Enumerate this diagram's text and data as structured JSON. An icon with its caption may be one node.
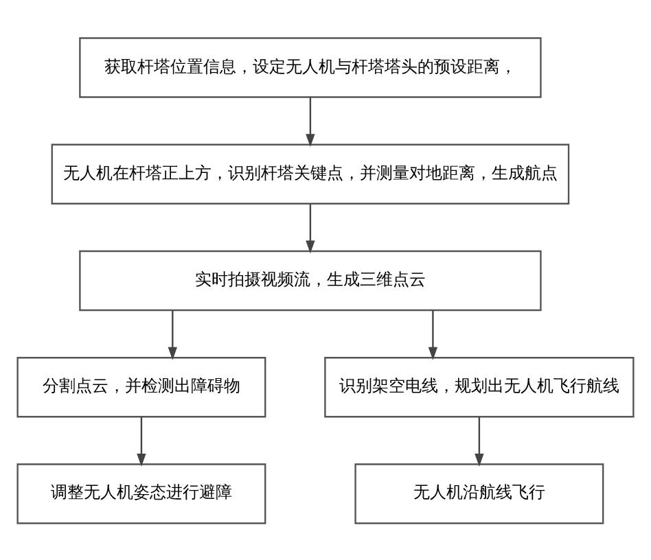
{
  "diagram": {
    "nodes": [
      {
        "text": [
          "获取杆塔位置信息，设定无人机与杆塔塔头的预设距离，"
        ]
      },
      {
        "text": [
          "无人机在杆塔正上方，识别杆塔关键点，并测量对地距离，生成航点"
        ]
      },
      {
        "text": [
          "实时拍摄视频流，生成三维点云"
        ]
      },
      {
        "text": [
          "分割点云，并检测出障碍物"
        ]
      },
      {
        "text": [
          "识别架空电线，规划出无人机飞行航线"
        ]
      },
      {
        "text": [
          "调整无人机姿态进行避障"
        ]
      },
      {
        "text": [
          "无人机沿航线飞行"
        ]
      }
    ],
    "edges": [
      {
        "from": 0,
        "to": 1,
        "arrow": "to"
      },
      {
        "from": 1,
        "to": 2,
        "arrow": "to"
      },
      {
        "from": 2,
        "to": 3,
        "arrow": "to"
      },
      {
        "from": 2,
        "to": 4,
        "arrow": "to"
      },
      {
        "from": 3,
        "to": 5,
        "arrow": "to"
      },
      {
        "from": 4,
        "to": 6,
        "arrow": "to"
      }
    ]
  }
}
